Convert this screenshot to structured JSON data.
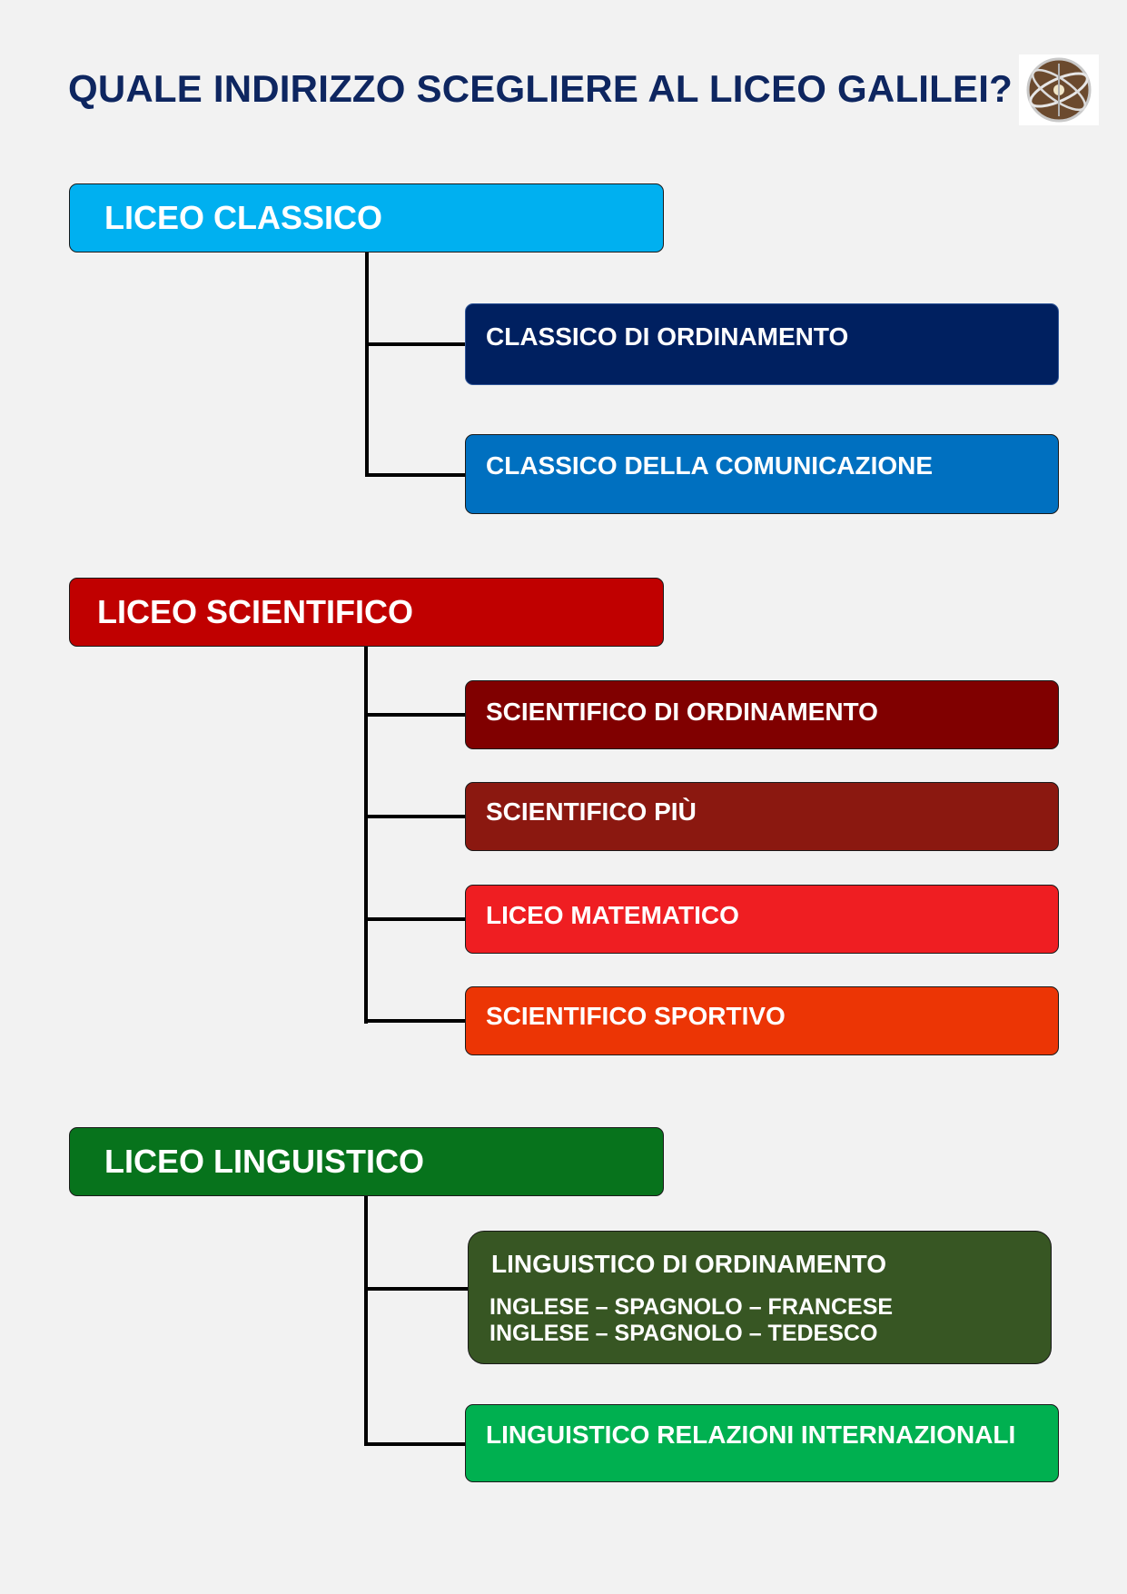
{
  "title": "QUALE INDIRIZZO SCEGLIERE AL LICEO GALILEI?",
  "logo_icon": "school-emblem-icon",
  "groups": [
    {
      "label": "LICEO CLASSICO",
      "color": "#00b0f0",
      "items": [
        {
          "label": "CLASSICO DI ORDINAMENTO",
          "color": "#002060"
        },
        {
          "label": "CLASSICO DELLA COMUNICAZIONE",
          "color": "#0070c0"
        }
      ]
    },
    {
      "label": "LICEO SCIENTIFICO",
      "color": "#c00000",
      "items": [
        {
          "label": "SCIENTIFICO DI ORDINAMENTO",
          "color": "#800000"
        },
        {
          "label": "SCIENTIFICO PIÙ",
          "color": "#8b1810"
        },
        {
          "label": "LICEO MATEMATICO",
          "color": "#ef1e22"
        },
        {
          "label": "SCIENTIFICO SPORTIVO",
          "color": "#ec3505"
        }
      ]
    },
    {
      "label": "LICEO LINGUISTICO",
      "color": "#07731c",
      "items": [
        {
          "label": "LINGUISTICO DI ORDINAMENTO",
          "color": "#375623",
          "details": [
            "INGLESE – SPAGNOLO – FRANCESE",
            "INGLESE – SPAGNOLO – TEDESCO"
          ]
        },
        {
          "label": "LINGUISTICO RELAZIONI INTERNAZIONALI",
          "color": "#00b050"
        }
      ]
    }
  ]
}
